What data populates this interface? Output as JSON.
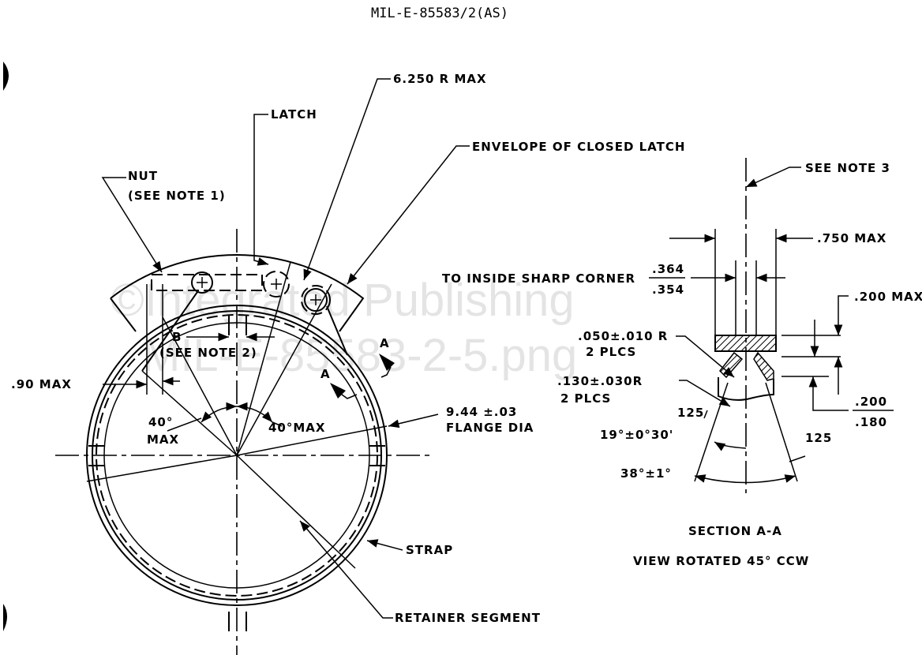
{
  "document_id": "MIL-E-85583/2(AS)",
  "watermark": {
    "line1": "©Integrated Publishing",
    "line2": "MIL-E-85583-2-5.png"
  },
  "clamp_view": {
    "nut": "NUT",
    "nut_note": "(SEE NOTE 1)",
    "latch": "LATCH",
    "radius_max": "6.250 R MAX",
    "envelope": "ENVELOPE OF CLOSED LATCH",
    "b_label": "B",
    "b_note": "(SEE NOTE 2)",
    "width_max": ".90 MAX",
    "section_mark_1": "A",
    "section_mark_2": "A",
    "angle_left": "40°",
    "angle_left_max": "MAX",
    "angle_right": "40°MAX",
    "flange_dia": "9.44 ±.03",
    "flange_label": "FLANGE DIA",
    "strap": "STRAP",
    "retainer": "RETAINER SEGMENT"
  },
  "section_view": {
    "see_note": "SEE NOTE 3",
    "width_max": ".750 MAX",
    "inside_corner": "TO INSIDE SHARP CORNER",
    "inside_upper": ".364",
    "inside_lower": ".354",
    "height_max": ".200 MAX",
    "radius_small": ".050±.010 R",
    "radius_small_qty": "2 PLCS",
    "radius_large": ".130±.030R",
    "radius_large_qty": "2 PLCS",
    "flange_upper": ".200",
    "flange_lower": ".180",
    "finish_left": "125",
    "finish_right": "125",
    "half_angle": "19°±0°30'",
    "full_angle": "38°±1°",
    "title": "SECTION A-A",
    "subtitle": "VIEW ROTATED 45° CCW"
  }
}
